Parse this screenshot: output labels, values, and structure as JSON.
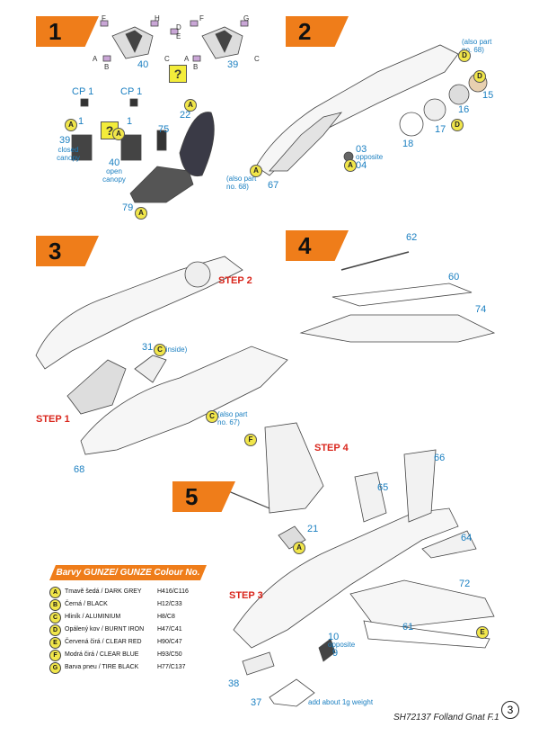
{
  "steps": [
    {
      "number": "1"
    },
    {
      "number": "2"
    },
    {
      "number": "3"
    },
    {
      "number": "4"
    },
    {
      "number": "5"
    }
  ],
  "step1": {
    "parts": [
      "40",
      "39",
      "22",
      "75",
      "1",
      "1",
      "39",
      "40",
      "79"
    ],
    "letters": [
      "F",
      "H",
      "D",
      "E",
      "F",
      "G",
      "A",
      "B",
      "C",
      "A",
      "B",
      "C"
    ],
    "cp_labels": [
      "CP 1",
      "CP 1"
    ],
    "notes": [
      "closed canopy",
      "open canopy"
    ]
  },
  "step2": {
    "parts": [
      "15",
      "16",
      "17",
      "18",
      "03",
      "04",
      "67"
    ],
    "notes": [
      "(also part no. 68)",
      "(also part no. 68)",
      "opposite"
    ]
  },
  "step3": {
    "parts": [
      "31",
      "68"
    ],
    "notes": [
      "(inside)",
      "(also part no. 67)"
    ],
    "step_refs": [
      "STEP 2",
      "STEP 1"
    ]
  },
  "step4": {
    "parts": [
      "62",
      "60",
      "74"
    ]
  },
  "step5": {
    "parts": [
      "66",
      "65",
      "21",
      "64",
      "72",
      "61",
      "10",
      "9",
      "38",
      "37"
    ],
    "notes": [
      "opposite",
      "add about 1g weight"
    ],
    "step_refs": [
      "STEP 4",
      "STEP 3"
    ]
  },
  "legend": {
    "title": "Barvy GUNZE/ GUNZE Colour No.",
    "rows": [
      {
        "code": "A",
        "name": "Tmavě šedá / DARK GREY",
        "value": "H416/C116"
      },
      {
        "code": "B",
        "name": "Černá / BLACK",
        "value": "H12/C33"
      },
      {
        "code": "C",
        "name": "Hliník / ALUMINIUM",
        "value": "H8/C8"
      },
      {
        "code": "D",
        "name": "Opálený kov / BURNT IRON",
        "value": "H47/C41"
      },
      {
        "code": "E",
        "name": "Červená čirá / CLEAR RED",
        "value": "H90/C47"
      },
      {
        "code": "F",
        "name": "Modrá čirá / CLEAR BLUE",
        "value": "H93/C50"
      },
      {
        "code": "G",
        "name": "Barva pneu / TIRE BLACK",
        "value": "H77/C137"
      }
    ]
  },
  "footer": {
    "text": "SH72137 Folland Gnat F.1",
    "page": "3"
  },
  "colors": {
    "accent": "#ef7d1a",
    "part_label": "#1a7fc1",
    "step_label": "#d9261c",
    "paint_callout": "#f1e64a"
  }
}
